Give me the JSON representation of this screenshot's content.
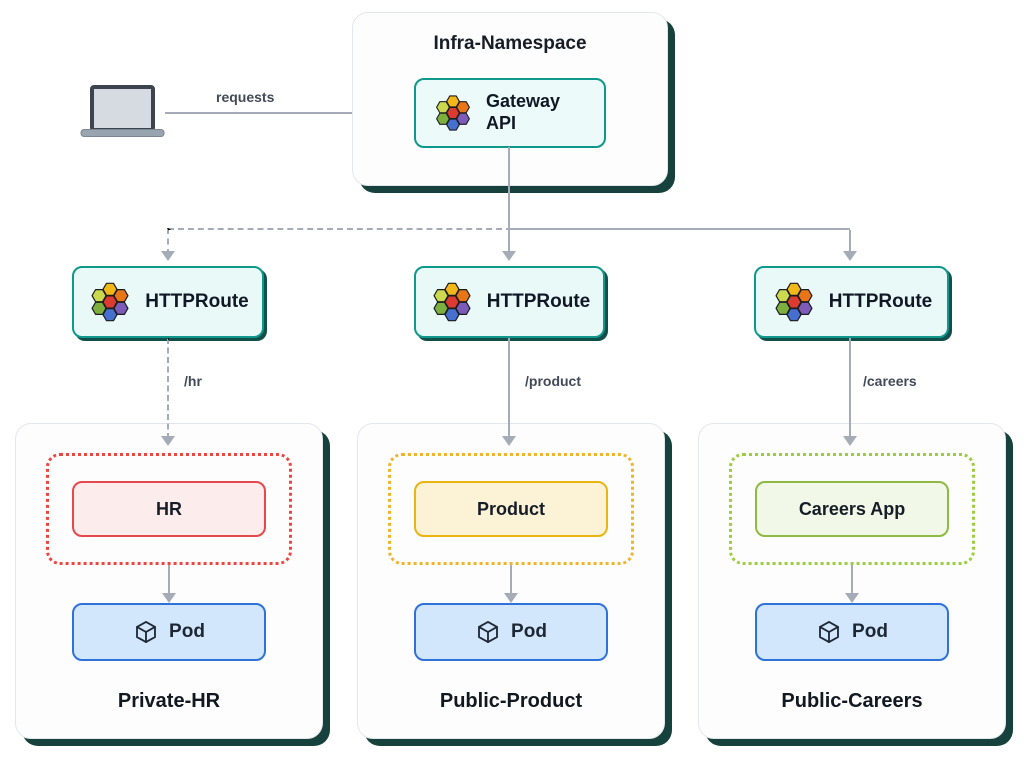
{
  "diagram": {
    "client": {
      "label": "requests"
    },
    "infra": {
      "title": "Infra-Namespace",
      "gateway_label": "Gateway API"
    },
    "routes": [
      {
        "label": "HTTPRoute",
        "path": "/hr"
      },
      {
        "label": "HTTPRoute",
        "path": "/product"
      },
      {
        "label": "HTTPRoute",
        "path": "/careers"
      }
    ],
    "namespaces": [
      {
        "title": "Private-HR",
        "app": "HR",
        "pod": "Pod",
        "accent": "#e5484d"
      },
      {
        "title": "Public-Product",
        "app": "Product",
        "pod": "Pod",
        "accent": "#f0b429"
      },
      {
        "title": "Public-Careers",
        "app": "Careers App",
        "pod": "Pod",
        "accent": "#9ccc3f"
      }
    ],
    "colors": {
      "teal_border": "#0f988c",
      "card_shadow": "#17413c",
      "line_gray": "#a5abb7",
      "pod_fill": "#d2e6fc",
      "pod_border": "#2f72d8"
    },
    "icons": {
      "client": "laptop-icon",
      "gateway": "gateway-api-hex-logo",
      "pod": "cube-icon"
    }
  }
}
